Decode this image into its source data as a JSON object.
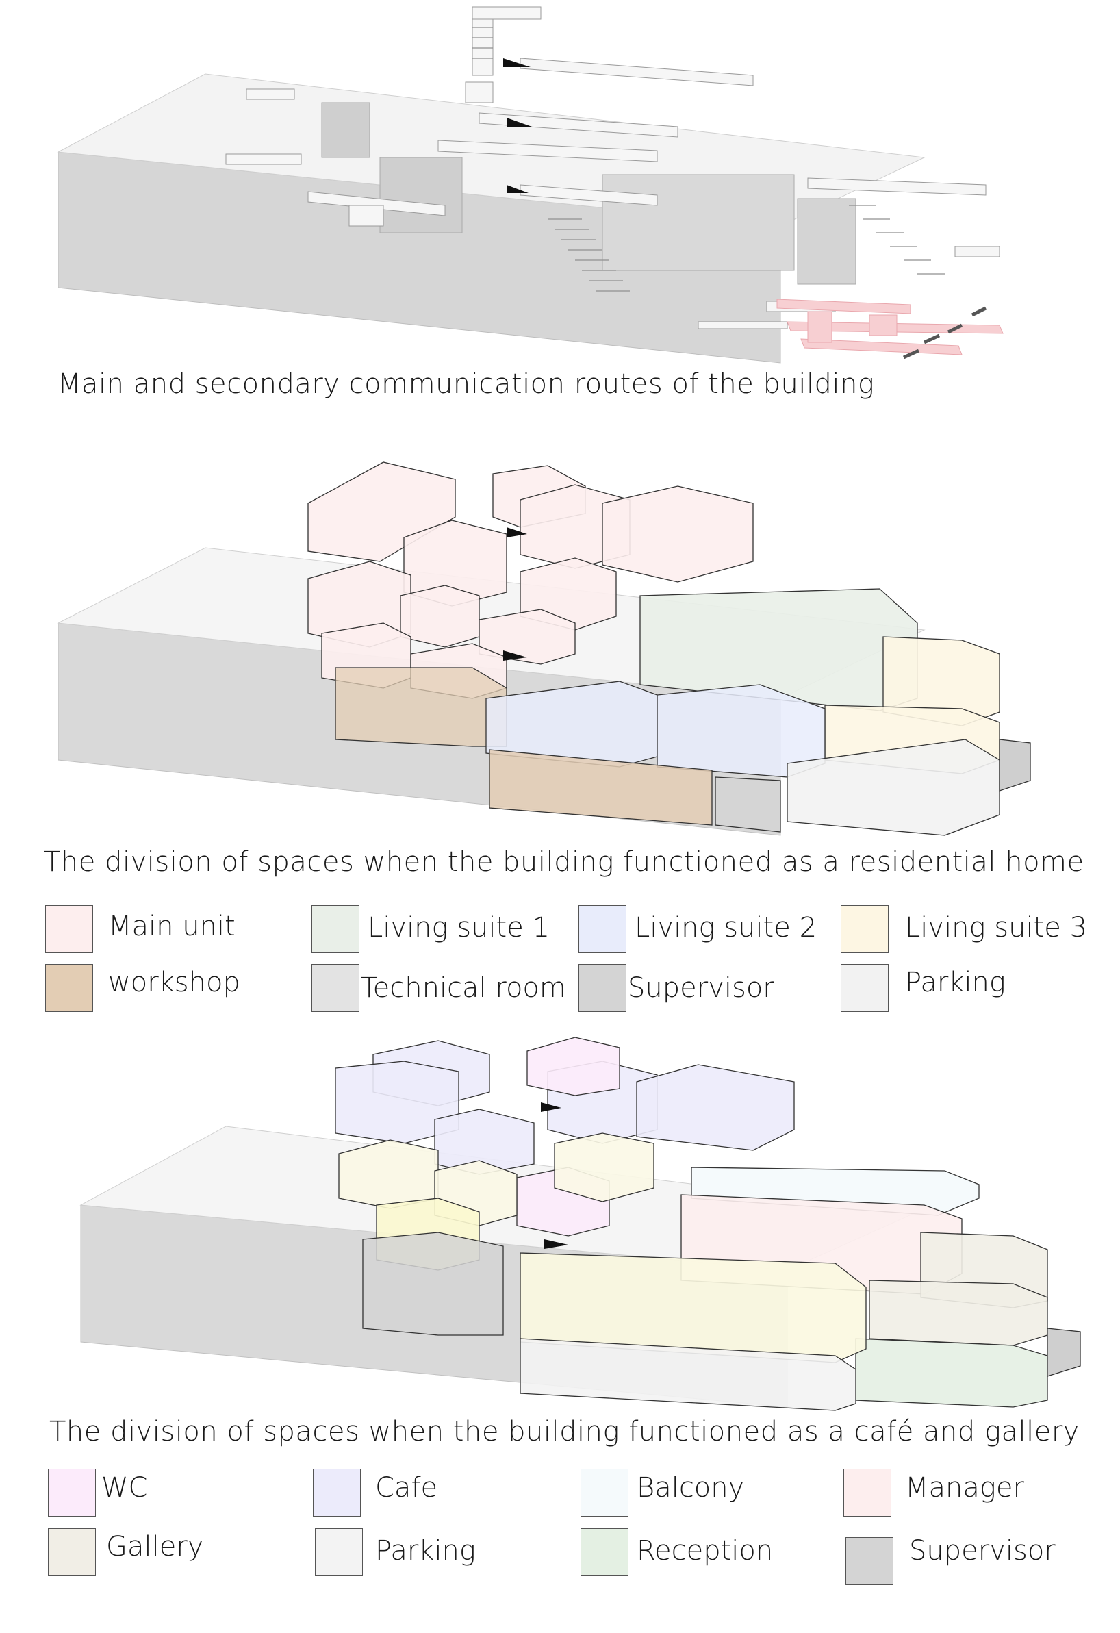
{
  "colors": {
    "terrain": "#d6d6d6",
    "terrain_dark": "#c4c4c4",
    "stair": "#f4f4f4",
    "route_pink": "#f7cfd2",
    "arrow": "#111111"
  },
  "section1": {
    "caption": "Main and secondary communication routes of the building"
  },
  "section2": {
    "caption": "The division of spaces when the building functioned as a residential home",
    "legend": [
      {
        "label": "Main unit",
        "color": "#fdeeee"
      },
      {
        "label": "Living suite 1",
        "color": "#e9efe8"
      },
      {
        "label": "Living suite 2",
        "color": "#e8ecfb"
      },
      {
        "label": "Living suite 3",
        "color": "#fdf6e3"
      },
      {
        "label": "workshop",
        "color": "#e3cdb4"
      },
      {
        "label": "Technical room",
        "color": "#e3e3e3"
      },
      {
        "label": "Supervisor",
        "color": "#d4d4d4"
      },
      {
        "label": "Parking",
        "color": "#f2f2f2"
      }
    ]
  },
  "section3": {
    "caption": "The division of spaces when the building functioned as a café and gallery",
    "legend": [
      {
        "label": "WC",
        "color": "#fcebfb"
      },
      {
        "label": "Cafe",
        "color": "#ecebfb"
      },
      {
        "label": "Balcony",
        "color": "#f5fafc"
      },
      {
        "label": "Manager",
        "color": "#fdeeee"
      },
      {
        "label": "Gallery",
        "color": "#f1eee6"
      },
      {
        "label": "Parking",
        "color": "#f3f3f3"
      },
      {
        "label": "Reception",
        "color": "#e4f0e3"
      },
      {
        "label": "Supervisor",
        "color": "#d4d4d4"
      }
    ]
  }
}
